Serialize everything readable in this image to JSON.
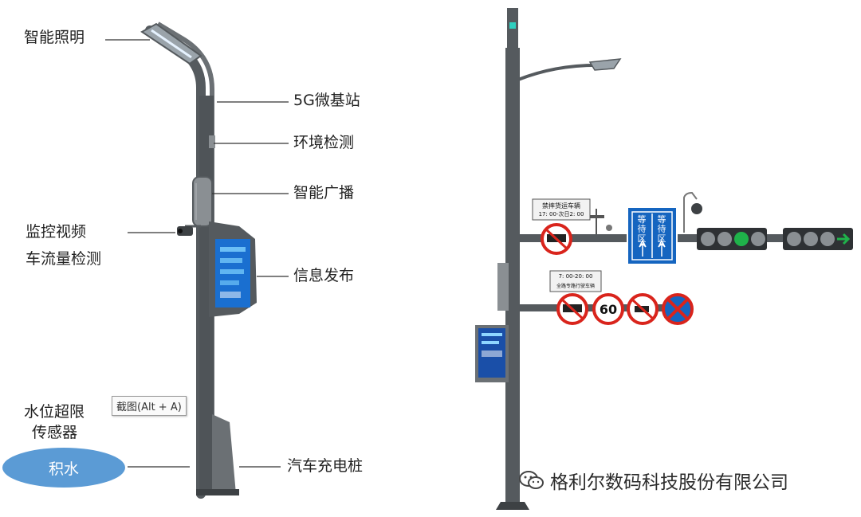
{
  "left_diagram": {
    "labels": {
      "smart_lighting": "智能照明",
      "micro_base_station": "5G微基站",
      "env_monitoring": "环境检测",
      "smart_broadcast": "智能广播",
      "video_monitoring": "监控视频",
      "traffic_detection": "车流量检测",
      "info_release": "信息发布",
      "water_sensor_line1": "水位超限",
      "water_sensor_line2": "传感器",
      "ev_charger": "汽车充电桩"
    },
    "water_badge": "积水",
    "screenshot_tooltip": "截图(Alt + A)"
  },
  "right_diagram": {
    "sign_top_text_1": "禁摔货运车辆",
    "sign_top_text_2": "17: 00-次日2: 00",
    "sign_mid_text_1": "7: 00-20: 00",
    "sign_mid_text_2": "全路专路行驶车辆",
    "waiting_zone": "等待区",
    "speed_limit": "60"
  },
  "watermark": "格利尔数码科技股份有限公司",
  "colors": {
    "pole": "#555a5e",
    "accent_blue": "#1a6fd0",
    "water_blue": "#5b9bd5",
    "sign_red": "#d9241c",
    "signal_green": "#1fb24a"
  }
}
